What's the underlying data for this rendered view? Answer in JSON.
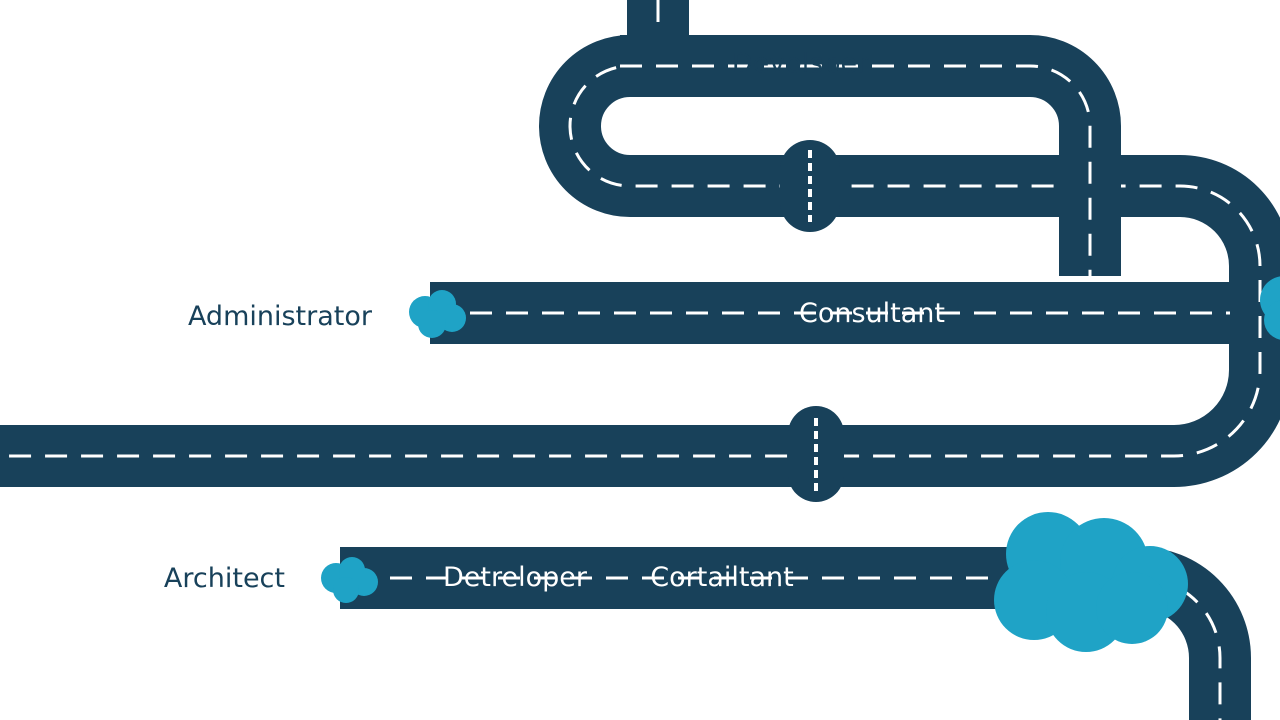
{
  "colors": {
    "road": "#18415a",
    "dash": "#ffffff",
    "cloud": "#1fa3c6",
    "background": "#ffffff"
  },
  "labels": {
    "top_road": "Develsper",
    "middle_left": "Administrator",
    "middle_road": "Consultant",
    "bottom_left": "Architect",
    "bottom_road_1": "Detreloper",
    "bottom_road_2": "Cortailtant"
  },
  "icons": [
    "cloud-icon",
    "cloud-icon",
    "cloud-icon",
    "cloud-icon"
  ]
}
